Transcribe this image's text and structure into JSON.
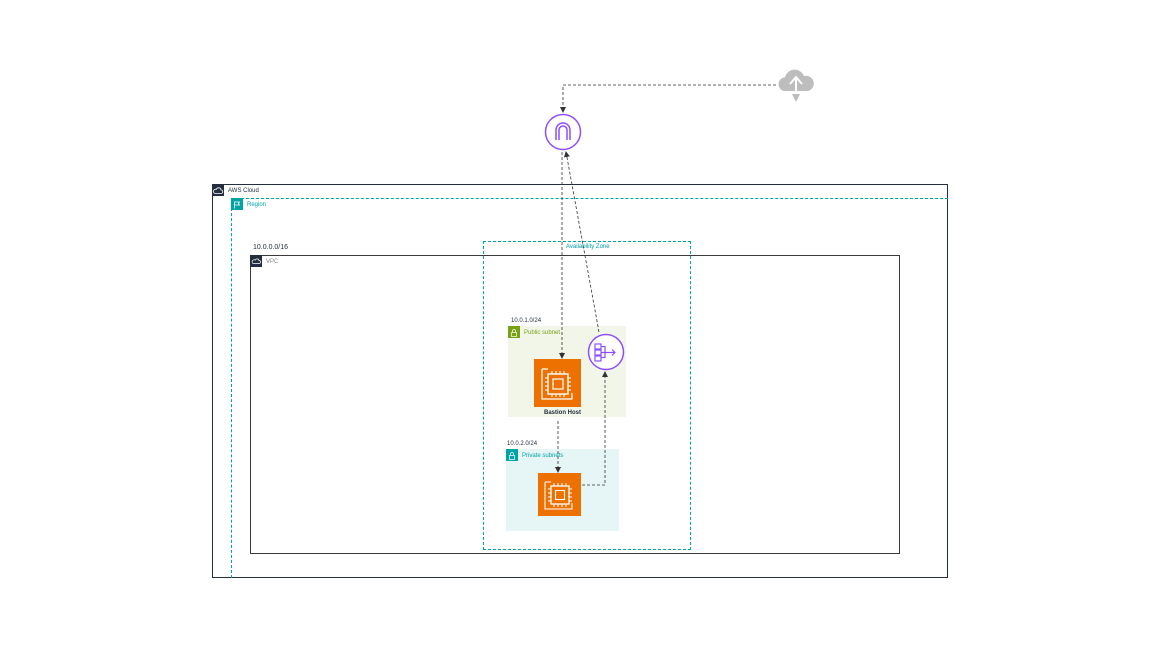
{
  "diagram": {
    "aws_cloud": {
      "label": "AWS Cloud"
    },
    "region": {
      "label": "Region"
    },
    "vpc": {
      "cidr": "10.0.0.0/16",
      "label": "VPC"
    },
    "availability_zone": {
      "label": "Availability Zone"
    },
    "public_subnet": {
      "cidr": "10.0.1.0/24",
      "label": "Public subnet"
    },
    "private_subnet": {
      "cidr": "10.0.2.0/24",
      "label": "Private subnets"
    },
    "bastion_host": {
      "label": "Bastion Host"
    }
  },
  "colors": {
    "cloud_border": "#232f3e",
    "region_teal": "#00a4a6",
    "public_green": "#7aa116",
    "public_fill": "#f2f6e8",
    "private_fill": "#e6f6f7",
    "ec2_orange": "#ed7100",
    "gateway_purple": "#8c4fff",
    "internet_gray": "#b3b3b3"
  },
  "icons": [
    "cloud-icon",
    "region-flag-icon",
    "vpc-icon",
    "public-lock-icon",
    "private-lock-icon",
    "ec2-chip-icon",
    "internet-gateway-icon",
    "nat-gateway-icon",
    "internet-cloud-icon"
  ]
}
